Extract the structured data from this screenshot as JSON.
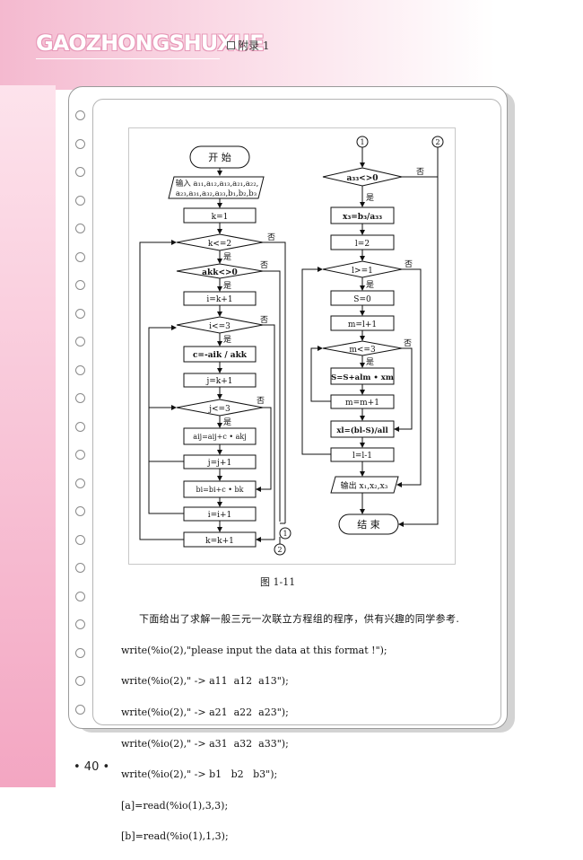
{
  "header": {
    "series_title": "GAOZHONGSHUXUE",
    "section": "附录 1"
  },
  "flowchart": {
    "left": {
      "start": "开  始",
      "input": [
        "输入 a₁₁,a₁₂,a₁₃,a₂₁,a₂₂,",
        "a₂₃,a₃₁,a₃₂,a₃₃,b₁,b₂,b₃"
      ],
      "k_init": "k=1",
      "k_cond": "k<=2",
      "akk_cond": "akk<>0",
      "i_init": "i=k+1",
      "i_cond": "i<=3",
      "c_assign": "c=-aik / akk",
      "j_init": "j=k+1",
      "j_cond": "j<=3",
      "aij_update": "aij=aij+c • akj",
      "j_inc": "j=j+1",
      "bi_update": "bi=bi+c • bk",
      "i_inc": "i=i+1",
      "k_inc": "k=k+1",
      "yes": "是",
      "no": "否",
      "connector1": "1",
      "connector2": "2"
    },
    "right": {
      "connector1": "1",
      "connector2": "2",
      "a33_cond": "a₃₃<>0",
      "x3_assign": "x₃=b₃/a₃₃",
      "l_init": "l=2",
      "l_cond": "l>=1",
      "s_init": "S=0",
      "m_init": "m=l+1",
      "m_cond": "m<=3",
      "s_update": "S=S+alm • xm",
      "m_inc": "m=m+1",
      "xl_assign": "xl=(bl-S)/all",
      "l_dec": "l=l-1",
      "output": "输出 x₁,x₂,x₃",
      "end": "结  束",
      "yes": "是",
      "no": "否"
    }
  },
  "caption": "图 1-11",
  "body_lines": [
    "下面给出了求解一般三元一次联立方程组的程序，供有兴趣的同学参考.",
    "write(%io(2),\"please input the data at this format !\");",
    "write(%io(2),\" -> a11  a12  a13\");",
    "write(%io(2),\" -> a21  a22  a23\");",
    "write(%io(2),\" -> a31  a32  a33\");",
    "write(%io(2),\" -> b1   b2   b3\");",
    "[a]=read(%io(1),3,3);",
    "[b]=read(%io(1),1,3);"
  ],
  "page_number": "• 40 •"
}
